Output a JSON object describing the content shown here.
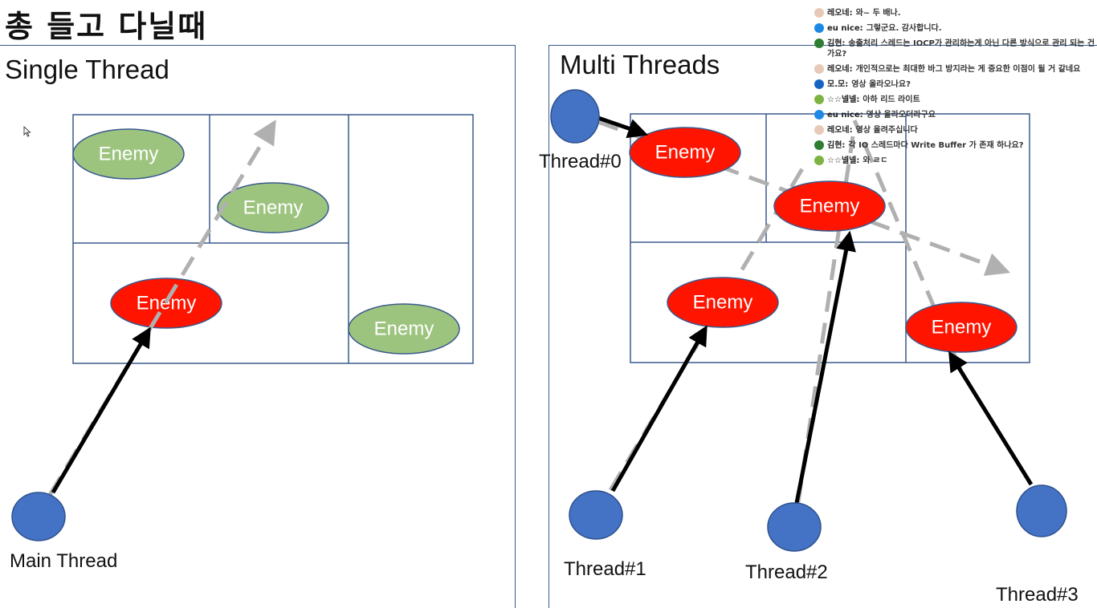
{
  "page": {
    "title": "총 들고 다닐때"
  },
  "single_panel": {
    "title": "Single Thread",
    "thread_label": "Main Thread",
    "enemies": [
      {
        "label": "Enemy",
        "state": "idle"
      },
      {
        "label": "Enemy",
        "state": "idle"
      },
      {
        "label": "Enemy",
        "state": "hit"
      },
      {
        "label": "Enemy",
        "state": "idle"
      }
    ]
  },
  "multi_panel": {
    "title": "Multi Threads",
    "thread_labels": [
      "Thread#0",
      "Thread#1",
      "Thread#2",
      "Thread#3"
    ],
    "enemies": [
      {
        "label": "Enemy",
        "state": "hit"
      },
      {
        "label": "Enemy",
        "state": "hit"
      },
      {
        "label": "Enemy",
        "state": "hit"
      },
      {
        "label": "Enemy",
        "state": "hit"
      }
    ]
  },
  "colors": {
    "enemy_idle": "#9dc47f",
    "enemy_hit": "#ff1400",
    "thread": "#4472c4",
    "border": "#3a5a8c",
    "dashed_arrow": "#b0b0b0",
    "solid_arrow": "#000000"
  },
  "chat": {
    "messages": [
      {
        "nick": "레오네:",
        "text": "와~ 두 배나.",
        "avatar": "#e8c8b8"
      },
      {
        "nick": "eu nice:",
        "text": "그렇군요. 감사합니다.",
        "avatar": "#1e88e5"
      },
      {
        "nick": "김현:",
        "text": "송출처리 스레드는 IOCP가 관리하는게 아닌 다른 방식으로 관리 되는 건가요?",
        "avatar": "#2e7d32"
      },
      {
        "nick": "레오네:",
        "text": "개인적으로는 최대한 바그 방지라는 게 중요한 이점이 될 거 같네요",
        "avatar": "#e8c8b8"
      },
      {
        "nick": "모.모:",
        "text": "영상 올라오나요?",
        "avatar": "#1565c0"
      },
      {
        "nick": "☆☆넬넬:",
        "text": "아하 리드 라이트",
        "avatar": "#7cb342"
      },
      {
        "nick": "eu nice:",
        "text": "영상 올라오더라구요",
        "avatar": "#1e88e5"
      },
      {
        "nick": "레오네:",
        "text": "영상 올려주십니다",
        "avatar": "#e8c8b8"
      },
      {
        "nick": "김현:",
        "text": "각 IO 스레드마다 Write Buffer 가 존재 하나요?",
        "avatar": "#2e7d32"
      },
      {
        "nick": "☆☆넬넬:",
        "text": "와 ㄹㄷ",
        "avatar": "#7cb342"
      }
    ]
  }
}
